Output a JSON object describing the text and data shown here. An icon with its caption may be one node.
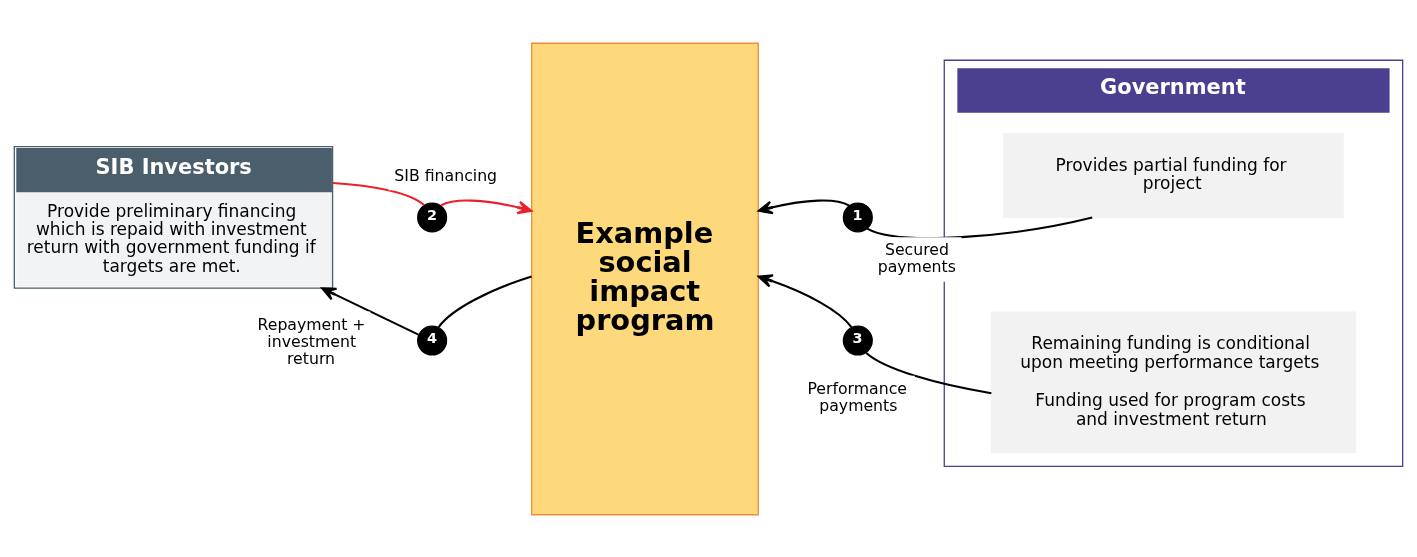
{
  "diagram": {
    "nodes": [
      {
        "text": [
          "SIB Investors",
          "Provide preliminary financing which is repaid with investment return with government funding if targets are met."
        ]
      },
      {
        "text": [
          "Example social impact program"
        ]
      },
      {
        "text": [
          "Government"
        ]
      },
      {
        "text": [
          "Provides partial funding for project"
        ],
        "in": 2
      },
      {
        "text": [
          "Remaining funding is conditional upon meeting performance targets",
          "Funding used for program costs and investment return"
        ],
        "in": 2
      },
      {
        "text": [
          "1"
        ]
      },
      {
        "text": [
          "2"
        ]
      },
      {
        "text": [
          "3"
        ]
      },
      {
        "text": [
          "4"
        ]
      }
    ],
    "edges": [
      {
        "from": 3,
        "to": 5,
        "arrow": "none",
        "label": "Secured payments"
      },
      {
        "from": 5,
        "to": 1,
        "arrow": "to"
      },
      {
        "from": 0,
        "to": 6,
        "arrow": "none",
        "label": "SIB financing",
        "color": "#e8212b"
      },
      {
        "from": 6,
        "to": 1,
        "arrow": "to",
        "color": "#e8212b"
      },
      {
        "from": 4,
        "to": 7,
        "arrow": "none",
        "label": "Performance payments"
      },
      {
        "from": 7,
        "to": 1,
        "arrow": "to"
      },
      {
        "from": 1,
        "to": 8,
        "arrow": "none"
      },
      {
        "from": 8,
        "to": 0,
        "arrow": "to",
        "label": "Repayment + investment return"
      }
    ]
  }
}
